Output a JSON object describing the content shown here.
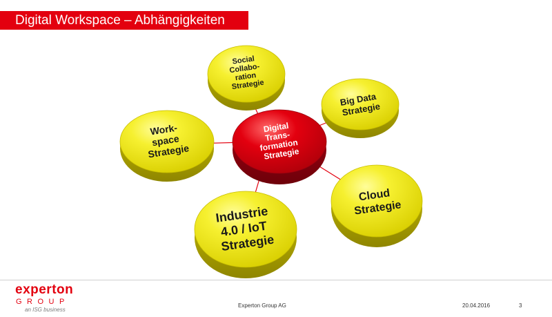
{
  "title": "Digital Workspace – Abhängigkeiten",
  "diagram": {
    "center": {
      "lines": [
        "Digital",
        "Trans-",
        "formation",
        "Strategie"
      ],
      "color": "#e3000f"
    },
    "satellites": [
      {
        "id": "social",
        "lines": [
          "Social",
          "Collabo-",
          "ration",
          "Strategie"
        ],
        "color": "#f0ea1c"
      },
      {
        "id": "bigdata",
        "lines": [
          "Big Data",
          "Strategie"
        ],
        "color": "#f0ea1c"
      },
      {
        "id": "cloud",
        "lines": [
          "Cloud",
          "Strategie"
        ],
        "color": "#f0ea1c"
      },
      {
        "id": "industrie",
        "lines": [
          "Industrie",
          "4.0 / IoT",
          "Strategie"
        ],
        "color": "#f0ea1c"
      },
      {
        "id": "workspace",
        "lines": [
          "Work-",
          "space",
          "Strategie"
        ],
        "color": "#f0ea1c"
      }
    ]
  },
  "footer": {
    "logo_main": "experton",
    "logo_group": "GROUP",
    "logo_sub": "an ISG business",
    "company": "Experton Group AG",
    "date": "20.04.2016",
    "page": "3"
  }
}
